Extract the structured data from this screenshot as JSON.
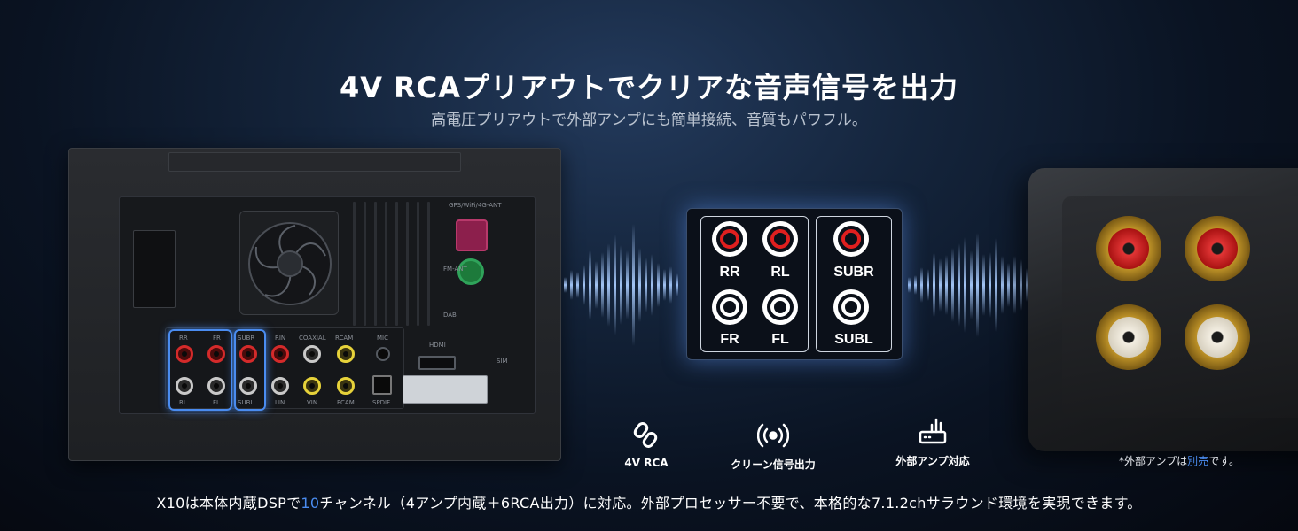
{
  "header": {
    "title": "4V RCAプリアウトでクリアな音声信号を出力",
    "subtitle": "高電圧プリアウトで外部アンプにも簡単接続、音質もパワフル。"
  },
  "unit_panel": {
    "labels": {
      "gps": "GPS/WiFi/4G-ANT",
      "fm": "FM-ANT",
      "dab": "DAB",
      "hdmi": "HDMI",
      "sim": "SIM",
      "mic": "MIC",
      "spdif": "SPDIF",
      "rr": "RR",
      "fr": "FR",
      "rl": "RL",
      "fl": "FL",
      "subr": "SUBR",
      "subl": "SUBL",
      "rin": "RIN",
      "lin": "LIN",
      "coaxial": "COAXIAL",
      "vin": "VIN",
      "rcam": "RCAM",
      "fcam": "FCAM"
    }
  },
  "rca_diagram": {
    "left_group": [
      "RR",
      "RL",
      "FR",
      "FL"
    ],
    "right_group": [
      "SUBR",
      "SUBL"
    ]
  },
  "features": [
    {
      "icon": "link-icon",
      "label": "4V RCA"
    },
    {
      "icon": "signal-icon",
      "label": "クリーン信号出力"
    },
    {
      "icon": "router-icon",
      "label": "外部アンプ対応"
    }
  ],
  "note": {
    "prefix": "*外部アンプは",
    "accent": "別売",
    "suffix": "です。"
  },
  "footer": {
    "prefix": "X10は本体内蔵DSPで",
    "accent": "10",
    "suffix": "チャンネル（4アンプ内蔵＋6RCA出力）に対応。外部プロセッサー不要で、本格的な7.1.2chサラウンド環境を実現できます。"
  },
  "colors": {
    "accent": "#4a8cf0",
    "rca_red": "#e01f1f",
    "background": "#0a1322"
  }
}
